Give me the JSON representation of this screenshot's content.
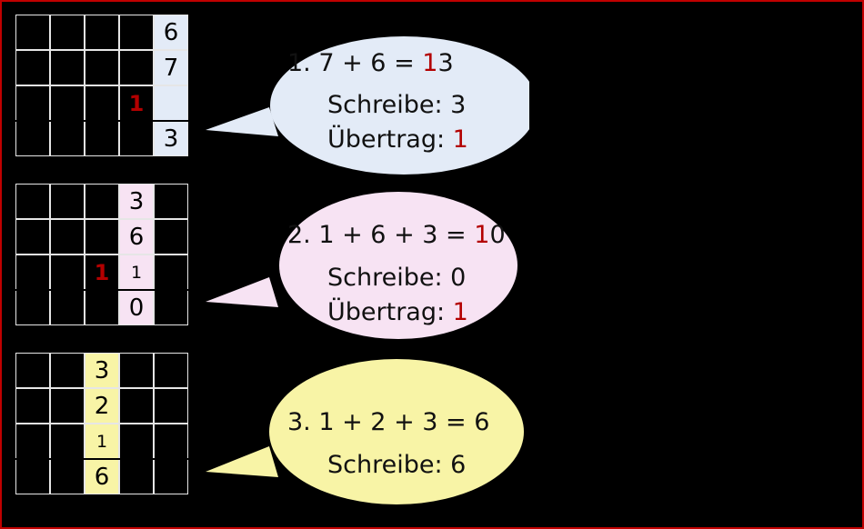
{
  "colors": {
    "frame": "#c00000",
    "carry": "#b30000",
    "step1_fill": "#e3ebf7",
    "step2_fill": "#f7e3f3",
    "step3_fill": "#f8f4a6"
  },
  "step1": {
    "grid": {
      "c4_r0": "6",
      "c4_r1": "7",
      "c3_r2": "1",
      "c4_r3": "3"
    },
    "eq_prefix": "1.  7 + 6 = ",
    "eq_carry_digit": "1",
    "eq_rest": "3",
    "write_label": "Schreibe:  3",
    "carry_label": "Übertrag: ",
    "carry_value": "1"
  },
  "step2": {
    "grid": {
      "c3_r0": "3",
      "c3_r1": "6",
      "c2_r2": "1",
      "c3_r2": "1",
      "c3_r3": "0"
    },
    "eq_prefix": "2.  1 + 6 + 3 = ",
    "eq_carry_digit": "1",
    "eq_rest": "0",
    "write_label": "Schreibe: 0",
    "carry_label": "Übertrag: ",
    "carry_value": "1"
  },
  "step3": {
    "grid": {
      "c2_r0": "3",
      "c2_r1": "2",
      "c2_r2": "1",
      "c2_r3": "6"
    },
    "eq_text": "3.  1 + 2 + 3 = 6",
    "write_label": "Schreibe: 6"
  }
}
